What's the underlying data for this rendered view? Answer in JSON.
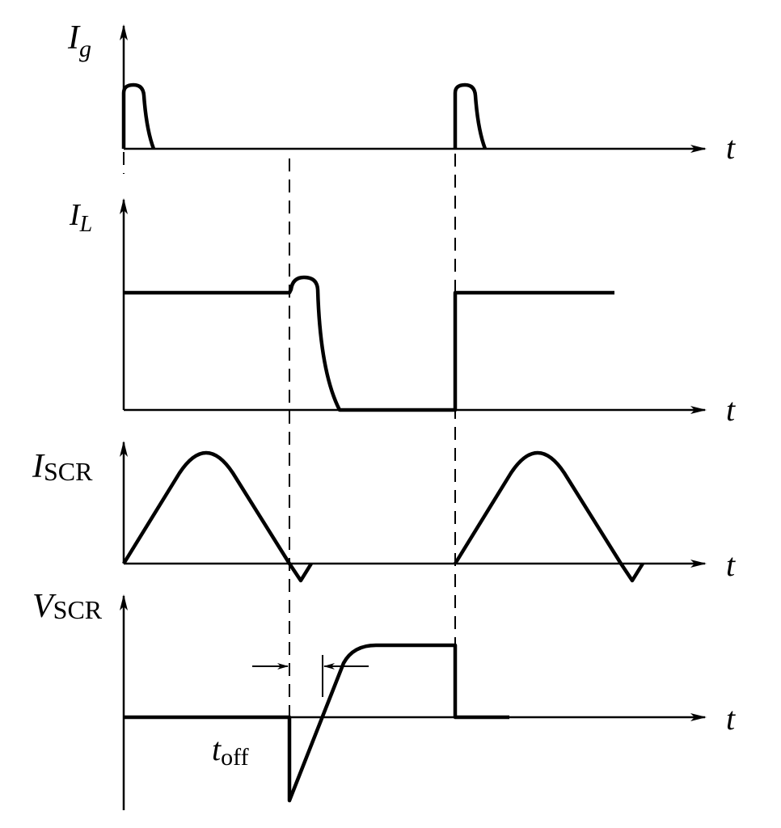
{
  "labels": {
    "ig": {
      "main": "I",
      "sub": "g"
    },
    "il": {
      "main": "I",
      "sub": "L"
    },
    "iscr": {
      "main": "I",
      "sub": "SCR"
    },
    "vscr": {
      "main": "V",
      "sub": "SCR"
    },
    "t_axis": "t",
    "toff": {
      "main": "t",
      "sub": "off"
    }
  }
}
